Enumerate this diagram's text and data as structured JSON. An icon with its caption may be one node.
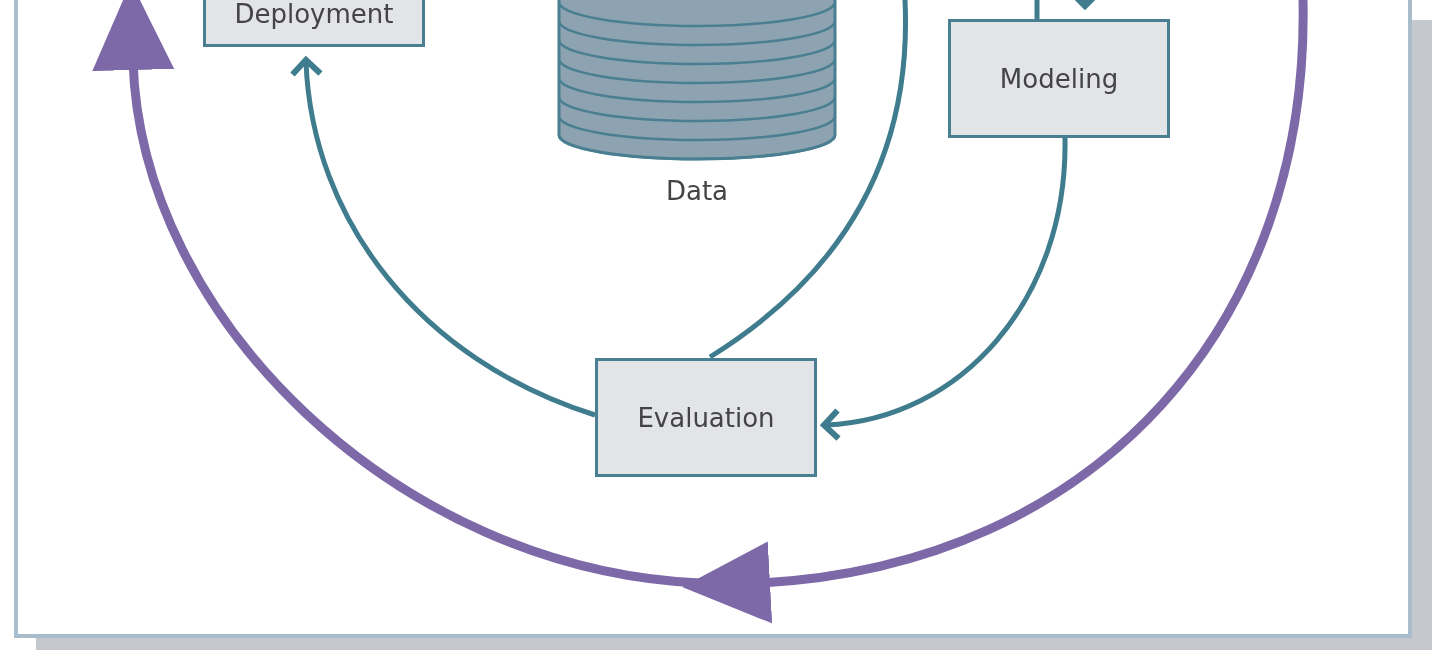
{
  "diagram": {
    "nodes": [
      {
        "text": [
          "Deployment"
        ]
      },
      {
        "text": [
          "Data"
        ]
      },
      {
        "text": [
          "Modeling"
        ]
      },
      {
        "text": [
          "Evaluation"
        ]
      }
    ],
    "edges": [
      {
        "from": 3,
        "to": 0,
        "arrow": "to"
      },
      {
        "from": 2,
        "to": 3,
        "arrow": "to"
      },
      {
        "from": 3,
        "to": null,
        "arrow": "none"
      },
      {
        "from": 2,
        "to": null,
        "arrow": "none"
      },
      {
        "from": null,
        "to": 2,
        "arrow": "to"
      }
    ]
  }
}
